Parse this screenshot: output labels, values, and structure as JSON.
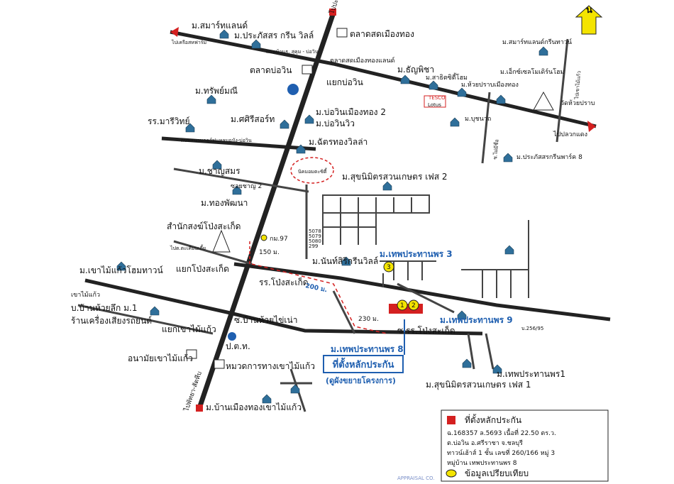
{
  "north_label": "น",
  "roads": {
    "to_kluea_thai": "ไปเครือสหฟาร์ม",
    "to_pla_chuea": "ไปปลวกแดง",
    "to_chalerm": "ไปปะเฉิงเทรา",
    "bang_phang_road": "ถนนบ้านธ. สุคุม - บ่อวิน",
    "golf_road": "ถนนสนามกอล์ฟแหลมฉบัง-บ่อวิน",
    "soi_chanyo": "ซอยชาญ 2",
    "to_phon_saket": "ไปต.ตะเคียนเตี้ย",
    "to_nong_samet": "ไปพัทยา-สัตหีบ",
    "bo_win_junction": "แยกบ่อวิน",
    "phong_saket_junction": "แยกโป่งสะเก็ด",
    "khao_mai_kaeo_junction": "แยกเขาไม้แก้ว",
    "soi_huai_sai_khao": "ซ.บ้านห้วยไข่เน่า",
    "soi_rr_phong": "ซ.รร.โป่งสะเก็ด",
    "soi_huai_prap": "ซ.ไม่มีชื่อ",
    "to_khao_mai_kaeo": "ไปเขาไม้แก้ว"
  },
  "places": [
    {
      "id": "m_smart_land",
      "label": "ม.สมาร์ทแลนด์"
    },
    {
      "id": "m_prapasorn",
      "label": "ม.ประภัสสร กรีน วิลล์"
    },
    {
      "id": "market_mueang_thong",
      "label": "ตลาดสดเมืองทอง"
    },
    {
      "id": "market_mueang_thong_land",
      "label": "ตลาดสดเมืองทองแลนด์"
    },
    {
      "id": "market_bo_win",
      "label": "ตลาดบ่อวิน"
    },
    {
      "id": "m_thanaphiman",
      "label": "ม.ทรัพย์มณี"
    },
    {
      "id": "m_thanyapa",
      "label": "ม.ธัญพิชา"
    },
    {
      "id": "m_sathit",
      "label": "ม.สาธิตซิตี้โฮม"
    },
    {
      "id": "m_huai_prap",
      "label": "ม.ห้วยปราบเมืองทอง"
    },
    {
      "id": "m_excel",
      "label": "ม.เอ็กซ์เซลโมเดิร์นโฮม"
    },
    {
      "id": "m_smart_green",
      "label": "ม.สมาร์ทแลนด์กรีนทาวน์"
    },
    {
      "id": "rr_marie",
      "label": "รร.มารีวิทย์"
    },
    {
      "id": "m_sirisort",
      "label": "ม.ศศิรีสอร์ท"
    },
    {
      "id": "m_bo_win_mt2",
      "label": "ม.บ่อวินเมืองทอง 2"
    },
    {
      "id": "m_bo_win_view",
      "label": "ม.บ่อวินวิว"
    },
    {
      "id": "m_chatsong",
      "label": "ม.ฉัตรทองวิลล่า"
    },
    {
      "id": "m_buchanat",
      "label": "ม.บุชนาถ"
    },
    {
      "id": "wat_huai_prap",
      "label": "วัดห้วยปราบ"
    },
    {
      "id": "m_prapasorn_park8",
      "label": "ม.ประภัสสรกรีนพาร์ค 8"
    },
    {
      "id": "nikhom",
      "label": "นิคมอมตะซิตี้"
    },
    {
      "id": "m_chanyasom",
      "label": "ม.ชาญสมร"
    },
    {
      "id": "m_suk_mit_2",
      "label": "ม.สุขนิมิตรสวนเกษตร เฟส 2"
    },
    {
      "id": "m_thong_phatthana",
      "label": "ม.ทองพัฒนา"
    },
    {
      "id": "samnak_song",
      "label": "สำนักสงฆ์โป่งสะเก็ด"
    },
    {
      "id": "km97",
      "label": "กม.97"
    },
    {
      "id": "m_nan_siri",
      "label": "ม.นันท์สิริกรีนวิลล์"
    },
    {
      "id": "m_thep_3",
      "label": "ม.เทพประทานพร 3"
    },
    {
      "id": "m_khao_mai_kaeo_home",
      "label": "ม.เขาไม้แก้วโฮมทาวน์"
    },
    {
      "id": "rr_phong_saket",
      "label": "รร.โป่งสะเก็ด"
    },
    {
      "id": "ban_huai_sai",
      "label": "บ.บ้านห้วยลึก ม.1"
    },
    {
      "id": "shop_electric",
      "label": "ร้านเครื่องเสียงรถยนต์"
    },
    {
      "id": "m_thep_9",
      "label": "ม.เทพประทานพร 9"
    },
    {
      "id": "pt",
      "label": "ป.ต.ท."
    },
    {
      "id": "m_thep_8",
      "label": "ม.เทพประทานพร 8"
    },
    {
      "id": "anamai",
      "label": "อนามัยเขาไม้แก้ว"
    },
    {
      "id": "highway_unit",
      "label": "หมวดการทางเขาไม้แก้ว"
    },
    {
      "id": "m_thep_1",
      "label": "ม.เทพประทานพร1"
    },
    {
      "id": "m_suk_mit_1",
      "label": "ม.สุขนิมิตรสวนเกษตร เฟส 1"
    },
    {
      "id": "m_ban_mueang",
      "label": "ม.บ้านเมืองทองเขาไม้แก้ว"
    },
    {
      "id": "house_no",
      "label": "บ.256/95"
    },
    {
      "id": "lotus",
      "label": "Lotus"
    },
    {
      "id": "tesco",
      "label": "TESCO"
    },
    {
      "id": "khao_mai_kaeo_left",
      "label": "เขาไม้แก้ว"
    }
  ],
  "distances": {
    "d150": "150 ม.",
    "d200": "200 ม.",
    "d230": "230 ม."
  },
  "plot_codes": [
    "5078",
    "5079",
    "5080",
    "299"
  ],
  "subject": {
    "banner_title": "ม.เทพประทานพร 8",
    "banner": "ที่ตั้งหลักประกัน",
    "banner_sub": "(ดูผังขยายโครงการ)"
  },
  "markers": [
    "1",
    "2",
    "3"
  ],
  "legend": {
    "subject_label": "ที่ตั้งหลักประกัน",
    "line1": "ฉ.168357 ล.5693 เนื้อที่ 22.50 ตร.ว.",
    "line2": "ต.บ่อวิน อ.ศรีราชา จ.ชลบุรี",
    "line3": "ทาวน์เฮ้าส์ 1 ชั้น เลขที่ 260/166 หมู่ 3",
    "line4": "หมู่บ้าน เทพประทานพร 8",
    "compare_label": "ข้อมูลเปรียบเทียบ"
  },
  "colors": {
    "road": "#222222",
    "accent_blue": "#1f5fb0",
    "subject_red": "#d42020",
    "compare_yellow": "#f4e400",
    "north": "#f4e400",
    "house": "#2f6f9a"
  },
  "watermark": "APPRAISAL CO."
}
